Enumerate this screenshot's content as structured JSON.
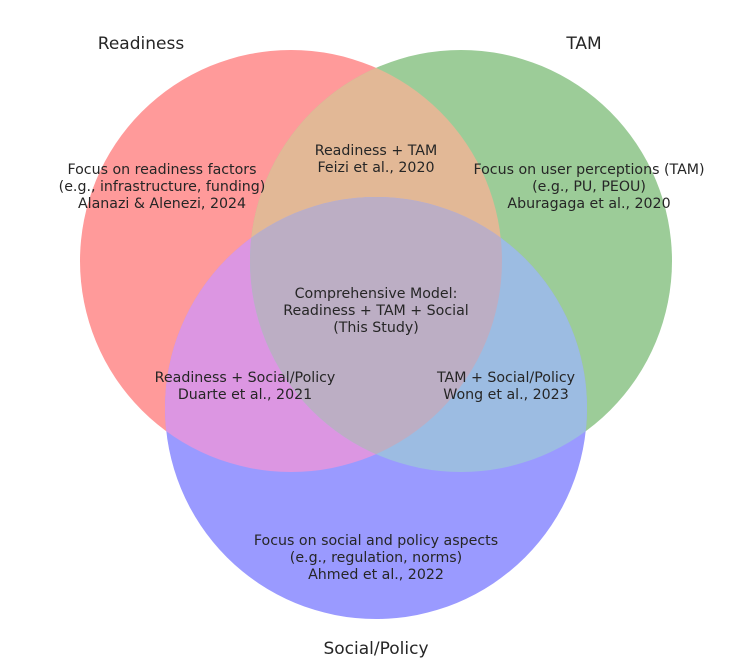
{
  "diagram": {
    "type": "venn-3",
    "sets": [
      {
        "id": "readiness",
        "label": "Readiness",
        "color": "#ff9a9a"
      },
      {
        "id": "tam",
        "label": "TAM",
        "color": "#9ccc98"
      },
      {
        "id": "social",
        "label": "Social/Policy",
        "color": "#9a9aff"
      }
    ],
    "regions": {
      "readiness_only": [
        "Focus on readiness factors",
        "(e.g., infrastructure, funding)",
        "Alanazi & Alenezi, 2024"
      ],
      "tam_only": [
        "Focus on user perceptions (TAM)",
        "(e.g., PU, PEOU)",
        "Aburagaga et al., 2020"
      ],
      "social_only": [
        "Focus on social and policy aspects",
        "(e.g., regulation, norms)",
        "Ahmed et al., 2022"
      ],
      "readiness_tam": [
        "Readiness + TAM",
        "Feizi et al., 2020"
      ],
      "readiness_social": [
        "Readiness + Social/Policy",
        "Duarte et al., 2021"
      ],
      "tam_social": [
        "TAM + Social/Policy",
        "Wong et al., 2023"
      ],
      "center": [
        "Comprehensive Model:",
        "Readiness + TAM + Social",
        "(This Study)"
      ]
    },
    "region_colors": {
      "readiness_tam": "#e2b896",
      "readiness_social": "#dc96e2",
      "tam_social": "#9cbce2",
      "center": "#bcaec4"
    }
  }
}
